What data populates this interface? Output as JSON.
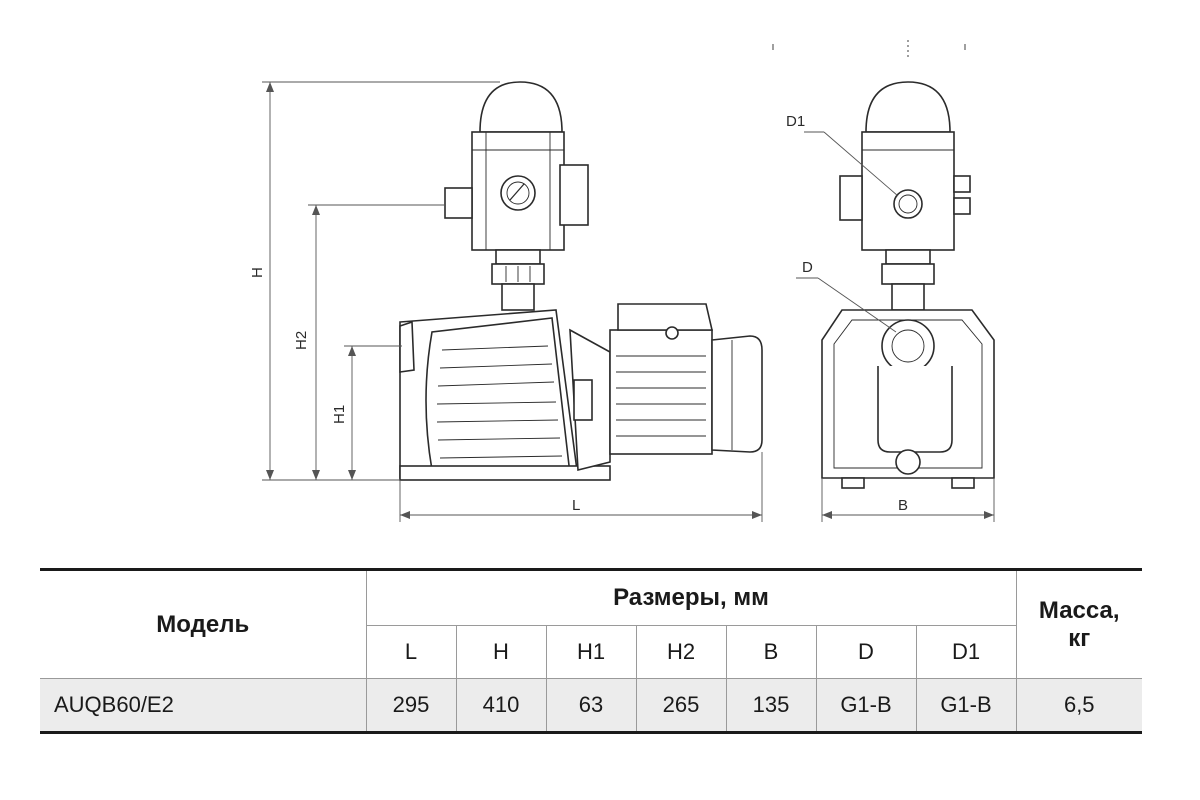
{
  "drawing": {
    "labels": {
      "H": "H",
      "H1": "H1",
      "H2": "H2",
      "L": "L",
      "B": "B",
      "D": "D",
      "D1": "D1"
    }
  },
  "table": {
    "model_header": "Модель",
    "dimensions_header": "Размеры, мм",
    "mass_header_line1": "Масса,",
    "mass_header_line2": "кг",
    "columns": [
      "L",
      "H",
      "H1",
      "H2",
      "B",
      "D",
      "D1"
    ],
    "rows": [
      {
        "model": "AUQB60/E2",
        "values": [
          "295",
          "410",
          "63",
          "265",
          "135",
          "G1-B",
          "G1-B"
        ],
        "mass": "6,5"
      }
    ]
  }
}
